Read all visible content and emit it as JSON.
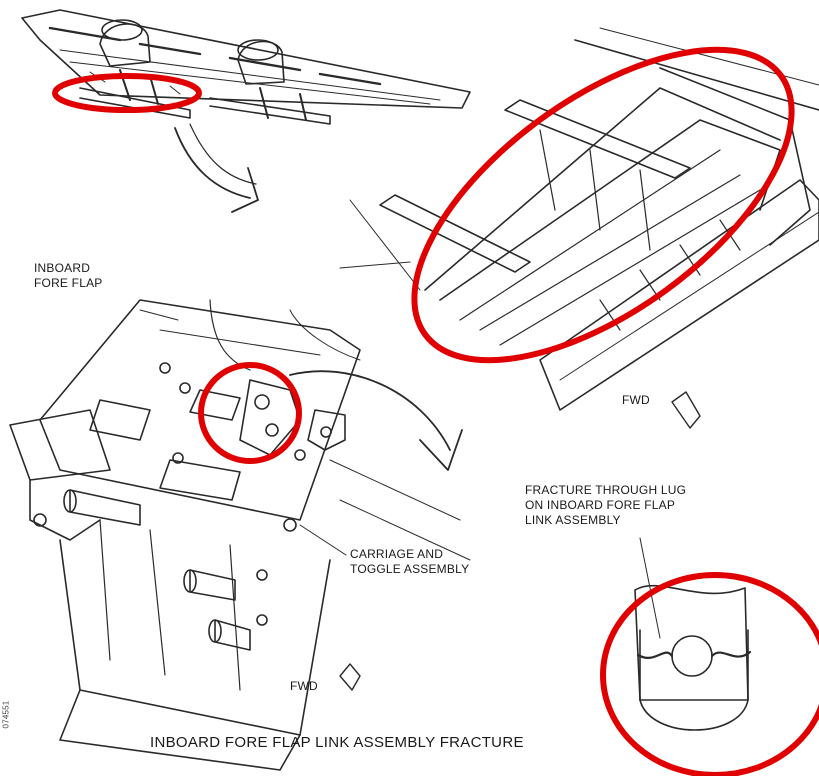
{
  "labels": {
    "inboard_fore_flap": [
      "INBOARD",
      "FORE FLAP"
    ],
    "carriage_toggle": [
      "CARRIAGE AND",
      "TOGGLE ASSEMBLY"
    ],
    "fracture_note": [
      "FRACTURE THROUGH LUG",
      "ON INBOARD FORE FLAP",
      "LINK ASSEMBLY"
    ],
    "fwd_upper": "FWD",
    "fwd_lower": "FWD",
    "caption": "INBOARD FORE FLAP LINK ASSEMBLY FRACTURE",
    "figure_number": "074551"
  },
  "colors": {
    "line_art": "#2a2a2a",
    "highlight": "#e00000",
    "background": "#ffffff"
  },
  "highlights": [
    "wing-flap-region-highlight",
    "flap-assembly-highlight",
    "link-lug-highlight",
    "fracture-detail-highlight"
  ]
}
